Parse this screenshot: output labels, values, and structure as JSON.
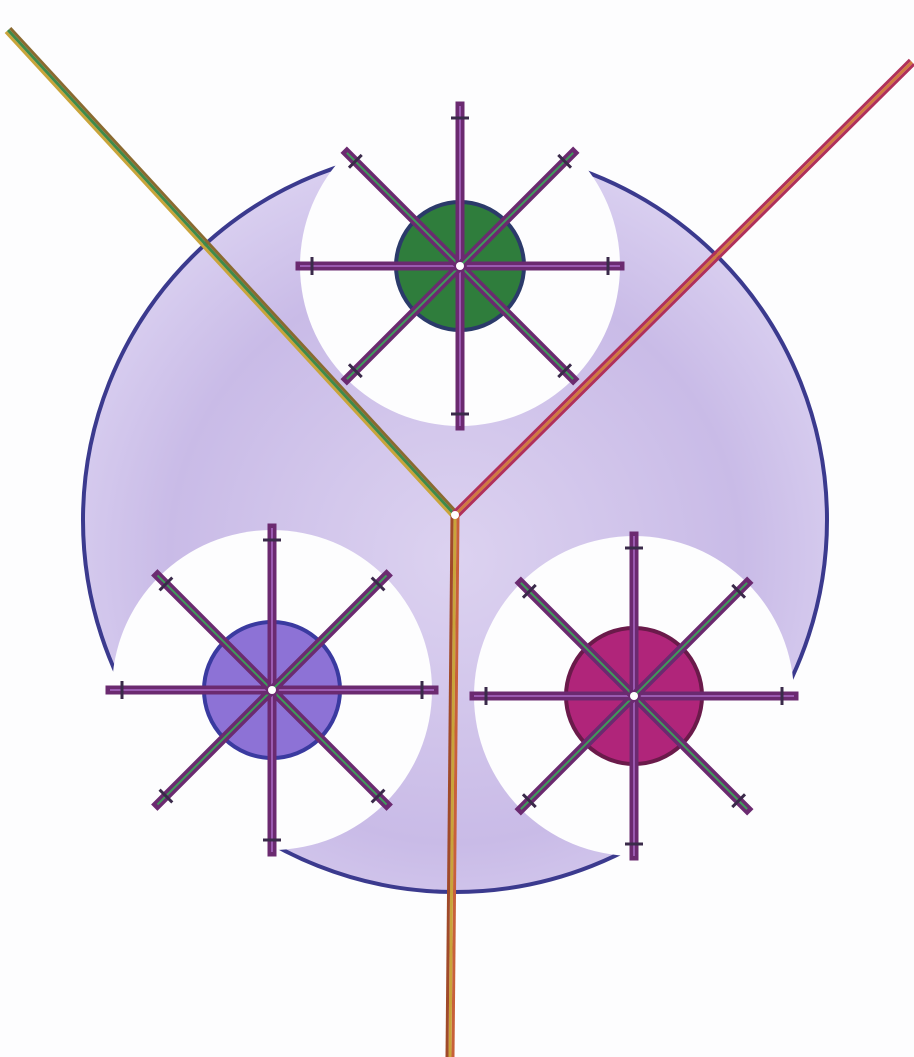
{
  "artwork": {
    "background": "#fdfdfe",
    "disc_fill": "#cdbfe8",
    "disc_outline": "#3b3a8e",
    "wheels": [
      {
        "name": "top",
        "hub_color": "#2f7d3c",
        "hub_edge": "#2b3a6a"
      },
      {
        "name": "left",
        "hub_color": "#8d72d6",
        "hub_edge": "#3a3aa0"
      },
      {
        "name": "right",
        "hub_color": "#b0257a",
        "hub_edge": "#6a1a4a"
      }
    ],
    "spoke_color": "#6b2a70",
    "spoke_accent": "#3f9a5a",
    "line_colors": [
      "#c9a43a",
      "#3f8a4a",
      "#b0305a"
    ]
  }
}
